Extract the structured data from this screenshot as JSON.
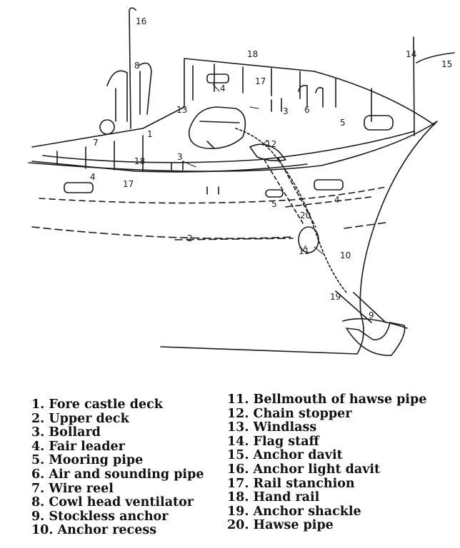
{
  "callouts": [
    "1",
    "2",
    "3",
    "4",
    "5",
    "6",
    "7",
    "8",
    "9",
    "10",
    "11",
    "12",
    "13",
    "14",
    "15",
    "16",
    "17",
    "18",
    "19",
    "20"
  ],
  "legend_left": [
    "1. Fore castle deck",
    "2. Upper deck",
    "3. Bollard",
    "4. Fair leader",
    "5. Mooring pipe",
    "6. Air and sounding pipe",
    "7. Wire reel",
    "8. Cowl head ventilator",
    "9. Stockless anchor",
    "10. Anchor recess"
  ],
  "legend_right": [
    "11. Bellmouth of hawse pipe",
    "12. Chain stopper",
    "13. Windlass",
    "14. Flag staff",
    "15. Anchor davit",
    "16. Anchor light davit",
    "17. Rail stanchion",
    "18. Hand rail",
    "19. Anchor shackle",
    "20. Hawse pipe"
  ]
}
